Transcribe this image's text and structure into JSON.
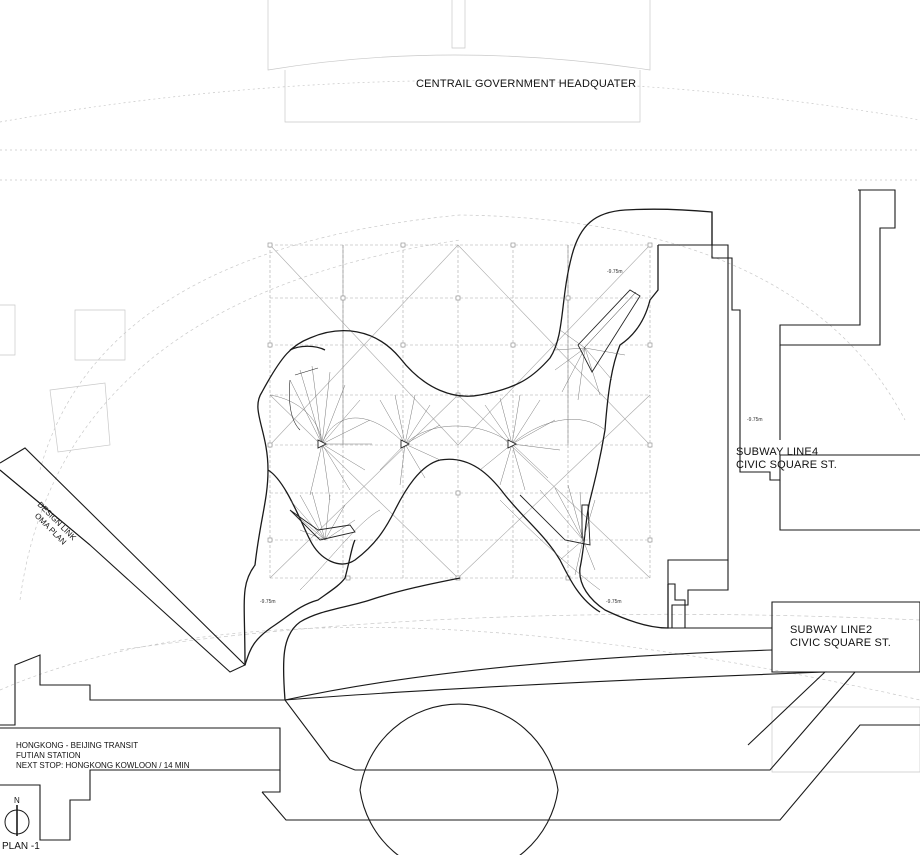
{
  "labels": {
    "headquarter": "CENTRAIL GOVERNMENT HEADQUATER",
    "subway_line4_a": "SUBWAY LINE4",
    "subway_line4_b": "CIVIC SQUARE ST.",
    "subway_line2_a": "SUBWAY LINE2",
    "subway_line2_b": "CIVIC SQUARE ST.",
    "design_link_a": "DESIGN LINK",
    "design_link_b": "OMA PLAN",
    "transit_1": "HONGKONG - BEIJING TRANSIT",
    "transit_2": "FUTIAN STATION",
    "transit_3": "NEXT STOP: HONGKONG KOWLOON / 14 MIN",
    "north": "N",
    "plan_title": "PLAN -1"
  },
  "levels": {
    "level_a": "-9.75m",
    "level_b": "-9.75m",
    "level_c": "-9.75m",
    "level_d": "-9.75m"
  },
  "colors": {
    "line": "#1a1a1a",
    "faint": "#bdbdbd",
    "grid": "#9a9a9a",
    "background": "#ffffff"
  }
}
